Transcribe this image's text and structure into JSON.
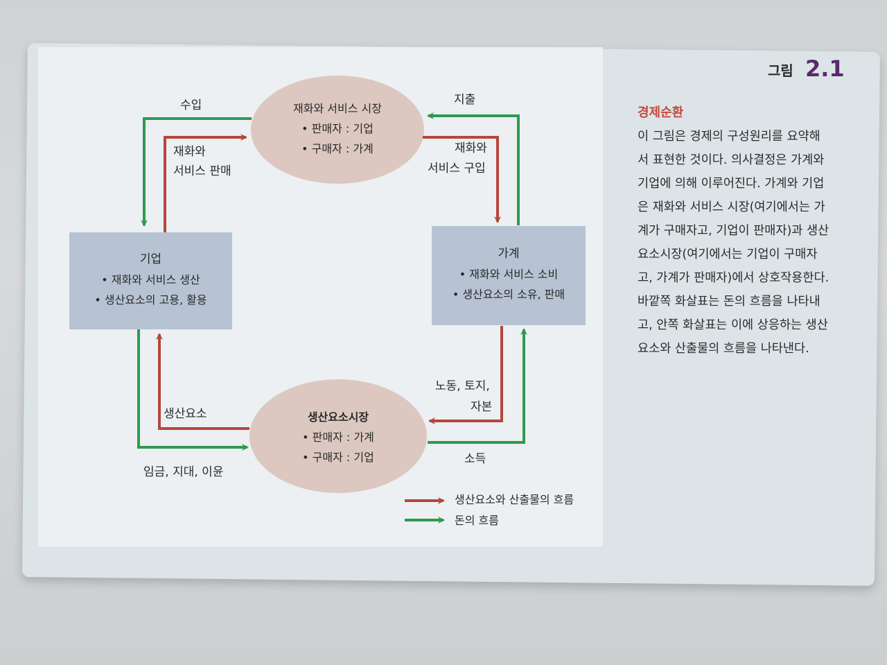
{
  "figure": {
    "label": "그림",
    "number": "2.1"
  },
  "caption": {
    "title": "경제순환",
    "lines": [
      "이 그림은 경제의 구성원리를 요약해",
      "서 표현한 것이다. 의사결정은 가계와",
      "기업에 의해 이루어진다. 가계와 기업",
      "은 재화와 서비스 시장(여기에서는 가",
      "계가 구매자고, 기업이 판매자)과 생산",
      "요소시장(여기에서는 기업이 구매자",
      "고, 가계가 판매자)에서 상호작용한다.",
      "바깥쪽 화살표는 돈의 흐름을 나타내",
      "고, 안쪽 화살표는 이에 상응하는 생산",
      "요소와 산출물의 흐름을 나타낸다."
    ]
  },
  "nodes": {
    "goods_market": {
      "title": "재화와 서비스 시장",
      "items": [
        "• 판매자 : 기업",
        "• 구매자 : 가계"
      ]
    },
    "factor_market": {
      "title": "생산요소시장",
      "items": [
        "• 판매자 : 가계",
        "• 구매자 : 기업"
      ]
    },
    "firms": {
      "title": "기업",
      "items": [
        "• 재화와 서비스 생산",
        "• 생산요소의 고용, 활용"
      ]
    },
    "households": {
      "title": "가계",
      "items": [
        "• 재화와 서비스 소비",
        "• 생산요소의 소유, 판매"
      ]
    }
  },
  "flow_labels": {
    "revenue": "수입",
    "spending": "지출",
    "goods_sold_1": "재화와",
    "goods_sold_2": "서비스 판매",
    "goods_bought_1": "재화와",
    "goods_bought_2": "서비스 구입",
    "factors": "생산요소",
    "labor_1": "노동, 토지,",
    "labor_2": "자본",
    "wages": "임금, 지대, 이윤",
    "income": "소득"
  },
  "legend": {
    "real_flow": "생산요소와 산출물의 흐름",
    "money_flow": "돈의 흐름"
  },
  "colors": {
    "real_flow": "#b5473a",
    "money_flow": "#2f9a4e",
    "ellipse": "#dcc8c0",
    "box": "#b7c3d3",
    "figure_number": "#5a2a6a",
    "caption_title": "#c2493b"
  }
}
